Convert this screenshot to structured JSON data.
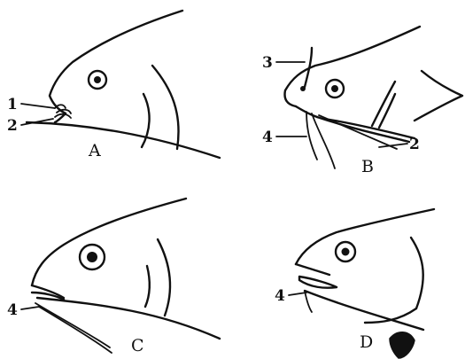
{
  "panels": [
    {
      "label": "A",
      "callouts": [
        "1",
        "2"
      ]
    },
    {
      "label": "B",
      "callouts": [
        "3",
        "4",
        "2"
      ]
    },
    {
      "label": "C",
      "callouts": [
        "4"
      ]
    },
    {
      "label": "D",
      "callouts": [
        "4"
      ]
    }
  ]
}
